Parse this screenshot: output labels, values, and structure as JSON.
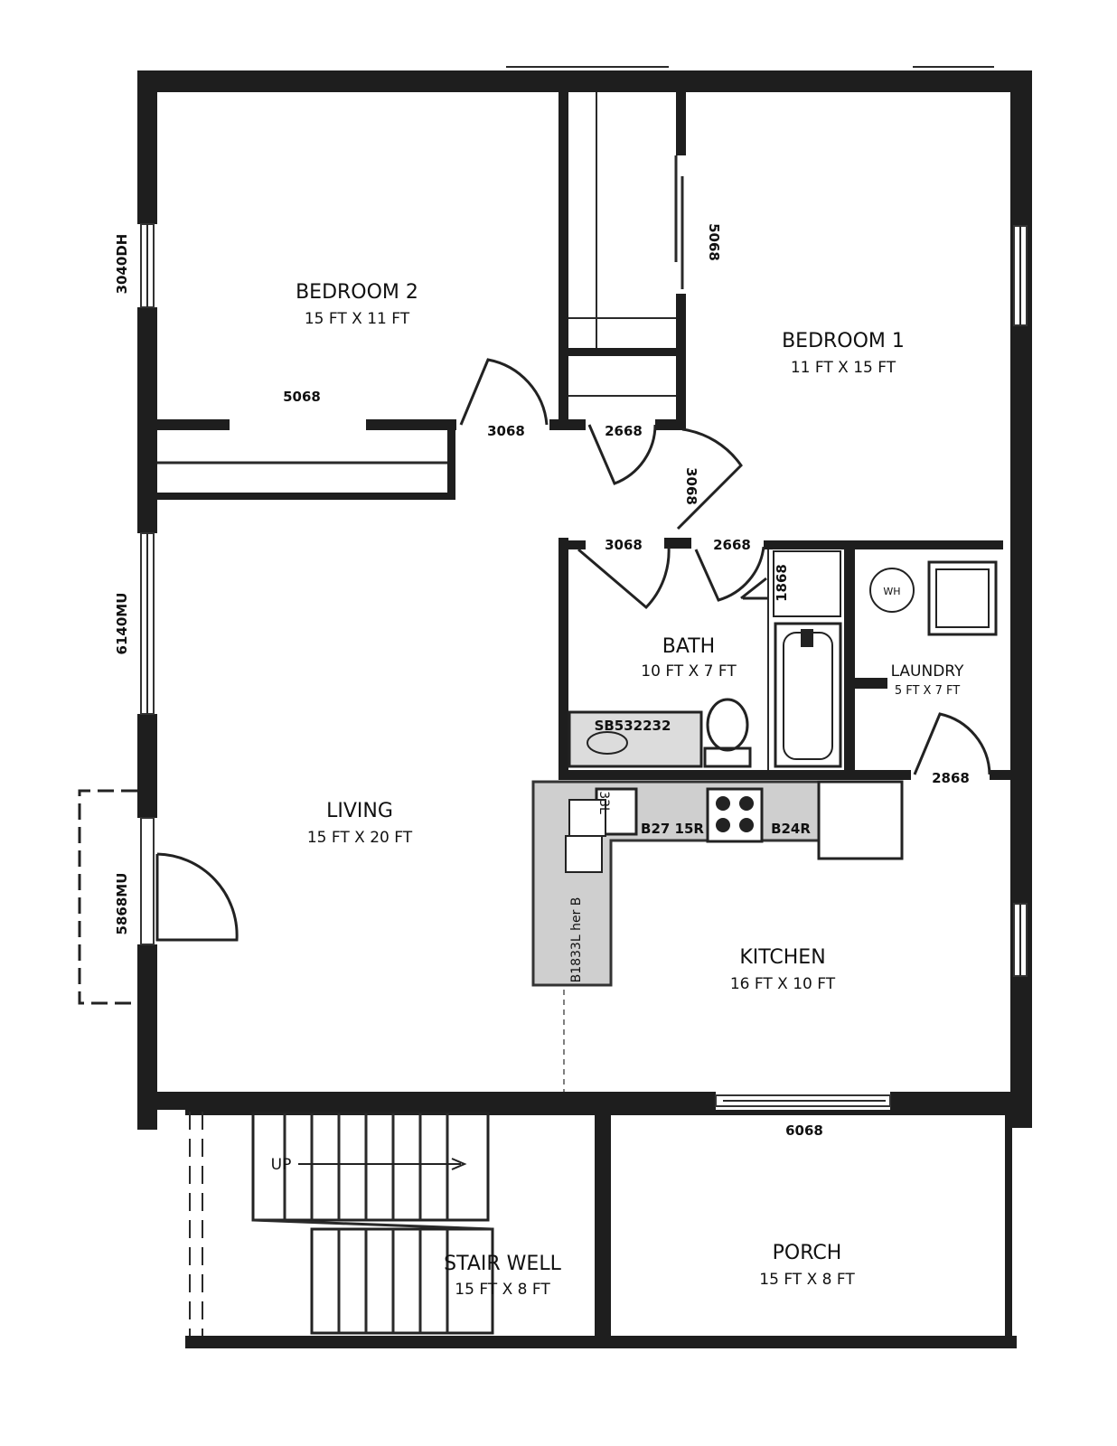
{
  "rooms": {
    "bedroom2": {
      "name": "BEDROOM 2",
      "dim": "15 FT X 11 FT"
    },
    "bedroom1": {
      "name": "BEDROOM 1",
      "dim": "11 FT X 15 FT"
    },
    "bath": {
      "name": "BATH",
      "dim": "10 FT X 7 FT"
    },
    "laundry": {
      "name": "LAUNDRY",
      "dim": "5 FT X 7 FT"
    },
    "living": {
      "name": "LIVING",
      "dim": "15 FT X 20 FT"
    },
    "kitchen": {
      "name": "KITCHEN",
      "dim": "16 FT X 10 FT"
    },
    "stairwell": {
      "name": "STAIR WELL",
      "dim": "15 FT X 8 FT"
    },
    "porch": {
      "name": "PORCH",
      "dim": "15 FT X 8 FT"
    }
  },
  "codes": {
    "window_west_top": "3040DH",
    "window_west_mid": "6140MU",
    "window_west_low": "5868MU",
    "closet_bed1": "5068",
    "closet_bed2": "5068",
    "door_bed2": "3068",
    "door_linen": "2668",
    "door_bed1": "3068",
    "door_bath": "3068",
    "door_closet_hall": "2668",
    "cabinet_bath": "1868",
    "vanity": "SB532232",
    "laundry_door": "2868",
    "porch_slider": "6068",
    "sink_cab": "33L",
    "base_cab_1": "B27 15R",
    "base_cab_2": "B24R",
    "dishwasher": "B1833L her B",
    "water_heater": "WH",
    "stair_up": "UP"
  }
}
